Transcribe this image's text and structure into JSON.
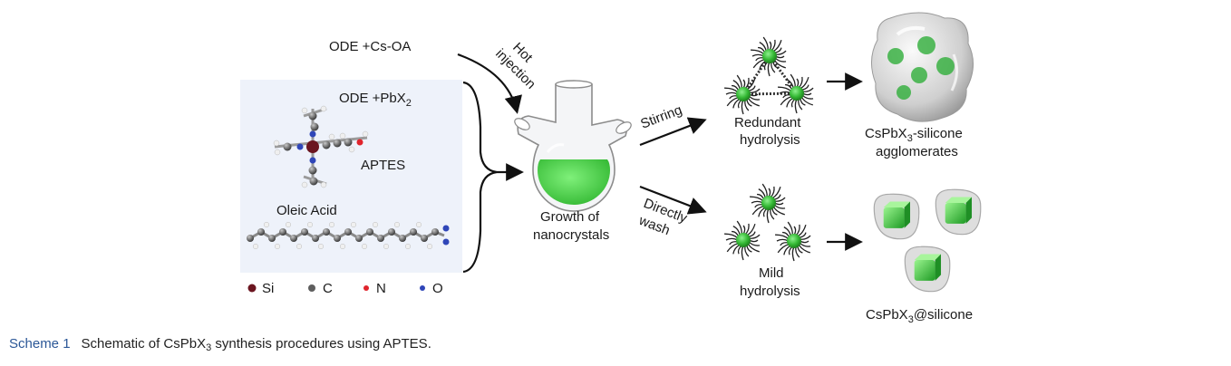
{
  "reagents": {
    "cs_oa": "ODE +Cs-OA",
    "pbx2_prefix": "ODE +PbX",
    "pbx2_sub": "2",
    "aptes": "APTES",
    "oleic_acid": "Oleic Acid"
  },
  "legend": {
    "items": [
      {
        "label": "Si",
        "color": "#6b1520"
      },
      {
        "label": "C",
        "color": "#5e5e5e"
      },
      {
        "label": "N",
        "color": "#e0242c"
      },
      {
        "label": "O",
        "color": "#2f46b8"
      }
    ]
  },
  "steps": {
    "hot_injection_1": "Hot",
    "hot_injection_2": "injection",
    "growth_1": "Growth of",
    "growth_2": "nanocrystals",
    "stirring": "Stirring",
    "directly_1": "Directly",
    "directly_2": "wash"
  },
  "products": {
    "redundant_1": "Redundant",
    "redundant_2": "hydrolysis",
    "mild_1": "Mild",
    "mild_2": "hydrolysis",
    "agglom_prefix": "CsPbX",
    "agglom_sub": "3",
    "agglom_suffix": "-silicone",
    "agglom_2": "agglomerates",
    "coated_prefix": "CsPbX",
    "coated_sub": "3",
    "coated_suffix": "@silicone"
  },
  "caption": {
    "label": "Scheme 1",
    "text_prefix": "Schematic of CsPbX",
    "text_sub": "3",
    "text_suffix": " synthesis procedures using APTES."
  },
  "colors": {
    "green": "#3cc83c",
    "panel": "#eef2fa",
    "arrow": "#111111"
  }
}
